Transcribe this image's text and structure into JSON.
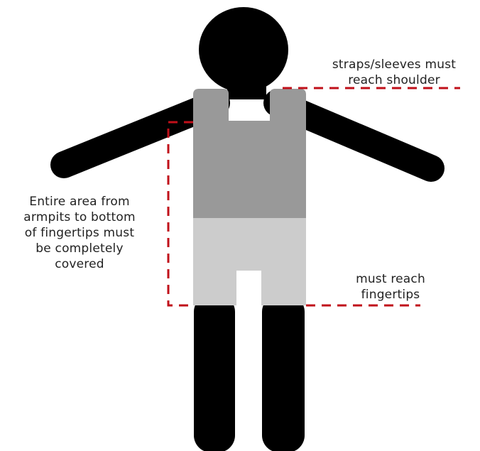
{
  "labels": {
    "shoulder": {
      "line1": "straps/sleeves must",
      "line2": "reach shoulder"
    },
    "area": {
      "line1": "Entire area from",
      "line2": "armpits to bottom",
      "line3": "of fingertips must",
      "line4": "be completely",
      "line5": "covered"
    },
    "fingertips": {
      "line1": "must reach",
      "line2": "fingertips"
    }
  },
  "colors": {
    "body": "#000000",
    "tank_top": "#999999",
    "shorts": "#cccccc",
    "guide_line": "#c0101a",
    "text": "#222222"
  }
}
